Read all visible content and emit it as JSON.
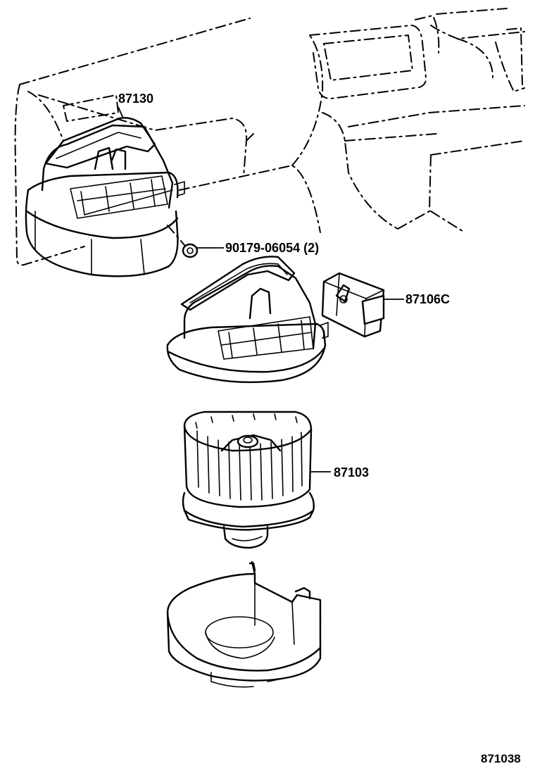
{
  "parts": {
    "blower_case": "87130",
    "nut": "90179-06054 (2)",
    "resistor": "87106C",
    "blower_motor": "87103"
  },
  "diagram_code": "871038"
}
